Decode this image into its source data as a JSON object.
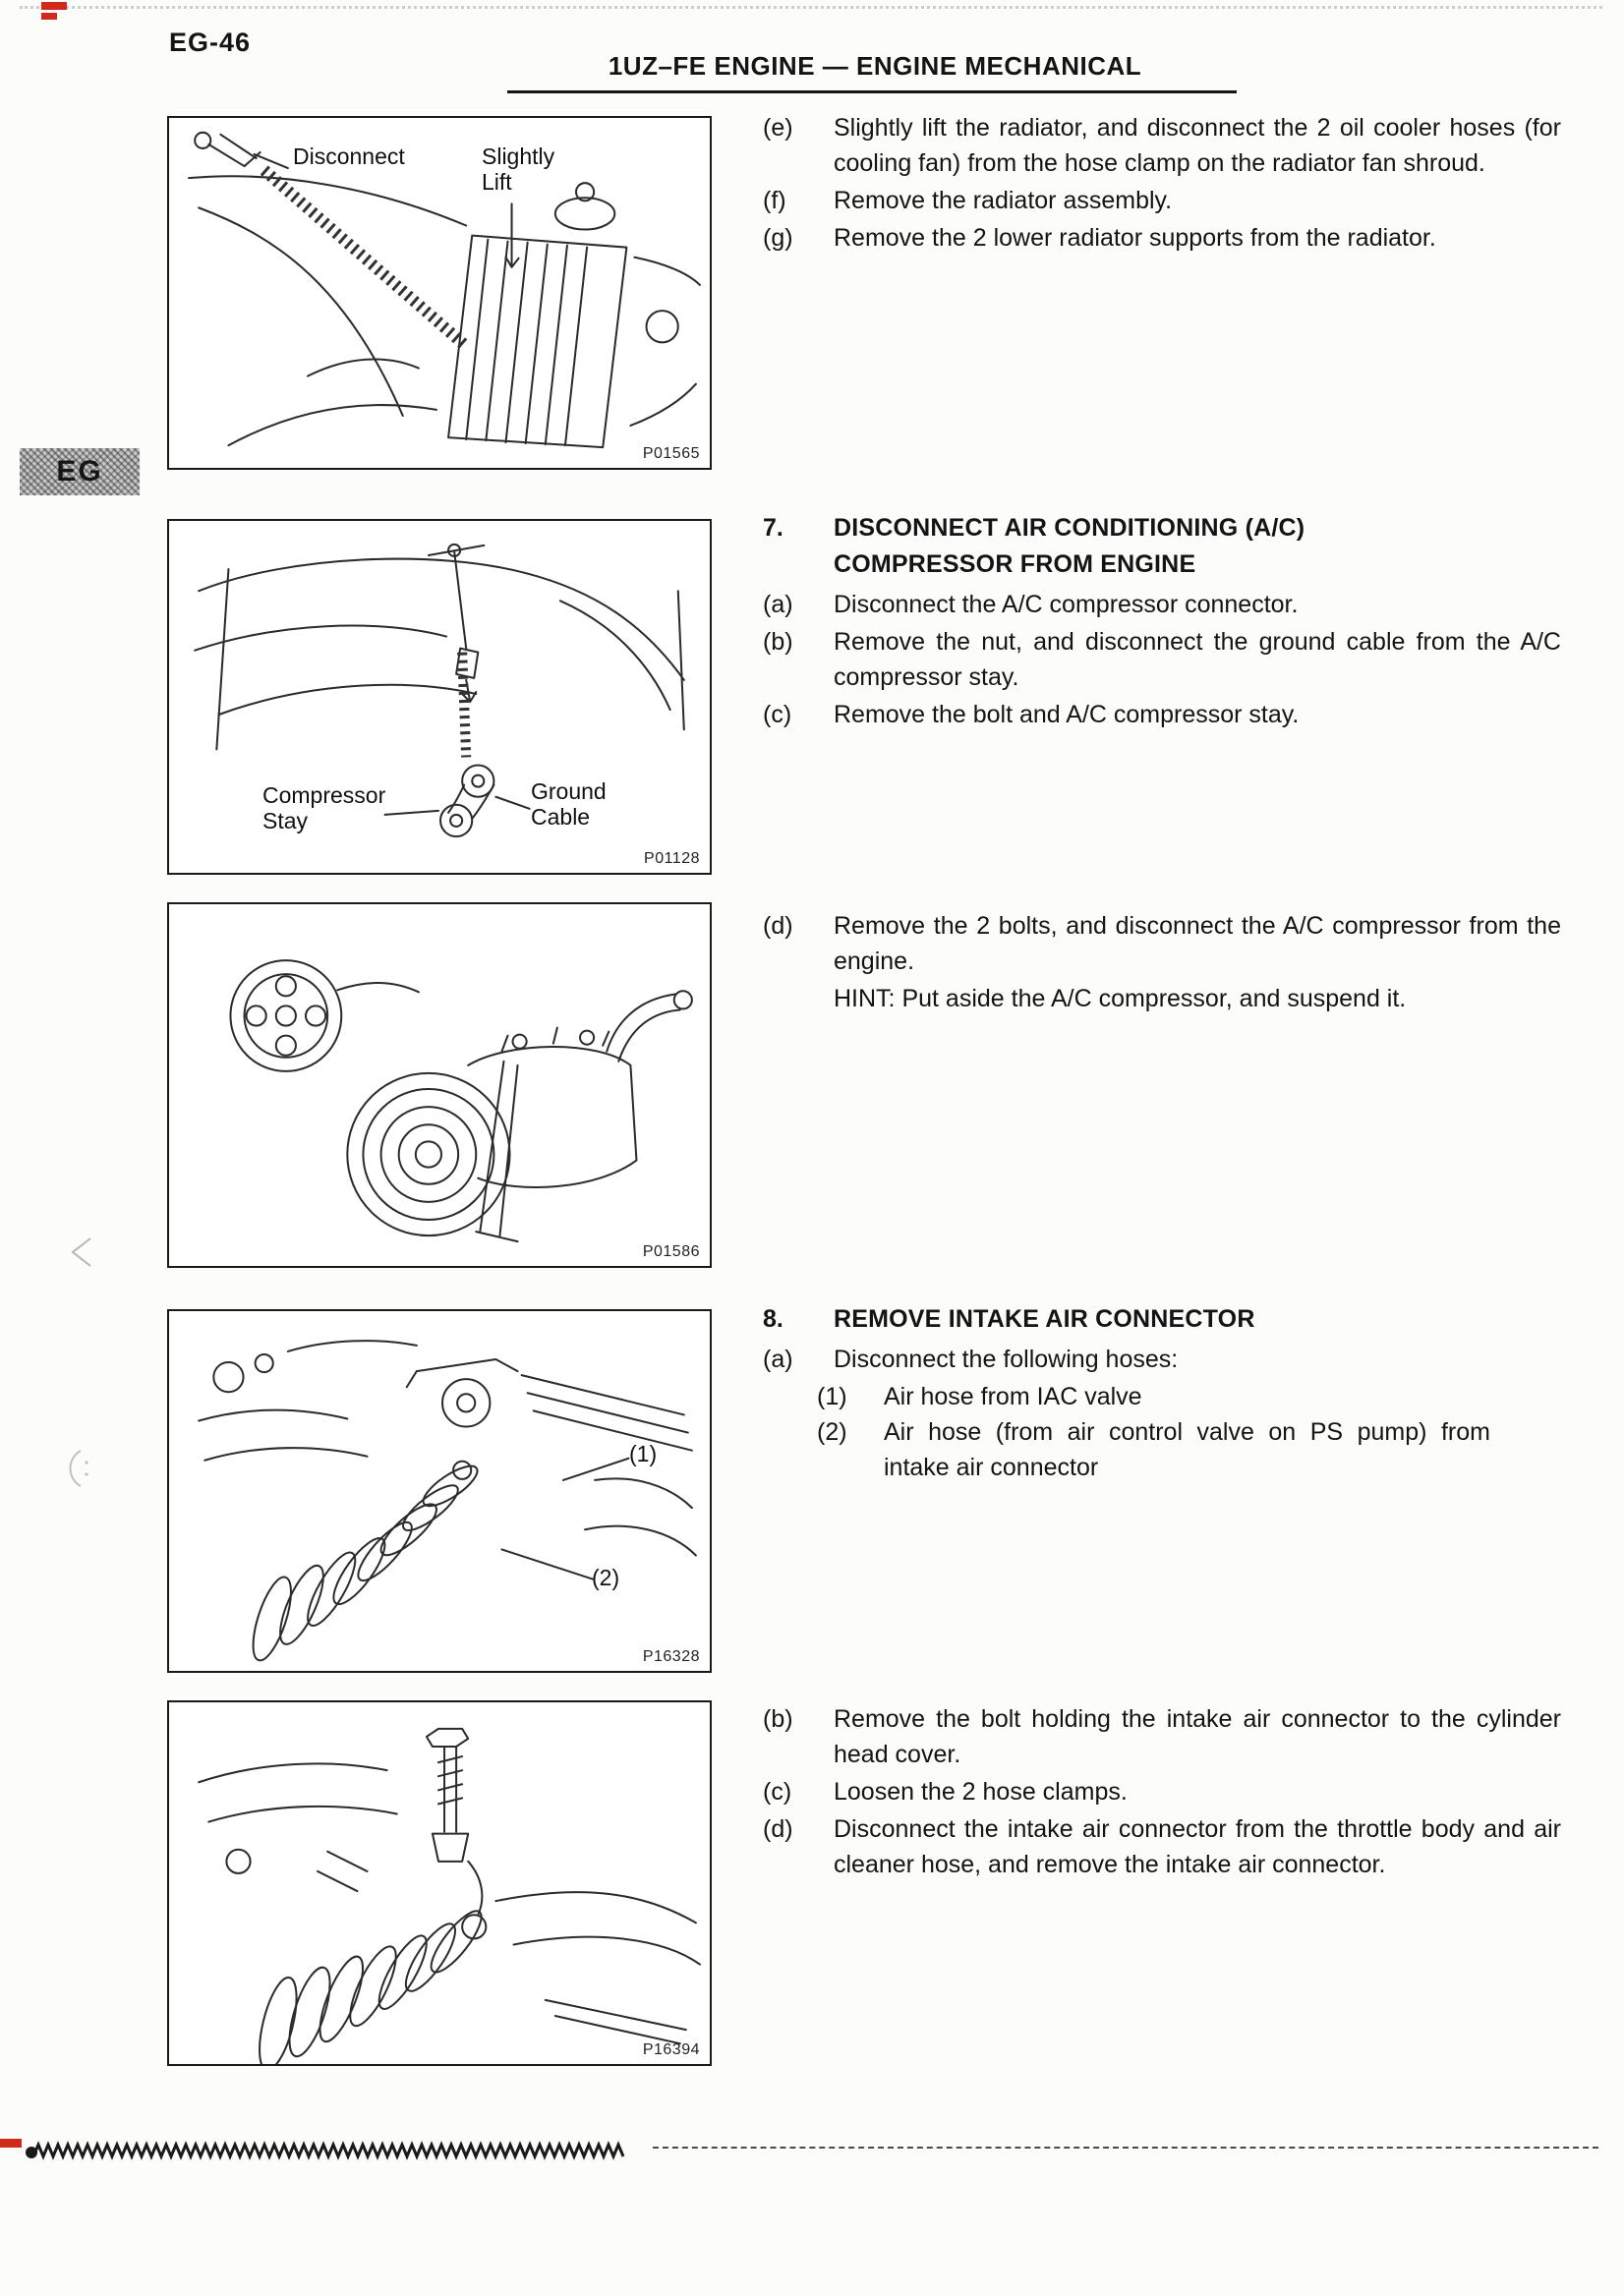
{
  "page": {
    "number": "EG-46",
    "header_title": "1UZ–FE ENGINE — ENGINE MECHANICAL",
    "side_tab": "EG"
  },
  "figures": [
    {
      "code": "P01565",
      "label_a": "Disconnect",
      "label_b": "Slightly\nLift"
    },
    {
      "code": "P01128",
      "label_a": "Compressor\nStay",
      "label_b": "Ground\nCable"
    },
    {
      "code": "P01586"
    },
    {
      "code": "P16328",
      "label_a": "(1)",
      "label_b": "(2)"
    },
    {
      "code": "P16394"
    }
  ],
  "steps_efg": [
    {
      "label": "(e)",
      "text": "Slightly lift the radiator, and disconnect the 2 oil cooler hoses (for cooling fan) from the hose clamp on the radiator fan shroud."
    },
    {
      "label": "(f)",
      "text": "Remove the radiator assembly."
    },
    {
      "label": "(g)",
      "text": "Remove the 2 lower radiator supports from the radiator."
    }
  ],
  "section7": {
    "number": "7.",
    "title": "DISCONNECT AIR CONDITIONING (A/C)\nCOMPRESSOR FROM ENGINE",
    "steps": [
      {
        "label": "(a)",
        "text": "Disconnect the A/C compressor connector."
      },
      {
        "label": "(b)",
        "text": "Remove the nut, and disconnect the ground cable from the A/C compressor stay."
      },
      {
        "label": "(c)",
        "text": "Remove the bolt and A/C compressor stay."
      }
    ]
  },
  "steps_d": [
    {
      "label": "(d)",
      "text": "Remove the 2 bolts, and disconnect the A/C compressor from the engine."
    },
    {
      "label": "",
      "text": "HINT: Put aside the A/C compressor, and suspend it."
    }
  ],
  "section8": {
    "number": "8.",
    "title": "REMOVE INTAKE AIR CONNECTOR",
    "steps": [
      {
        "label": "(a)",
        "text": "Disconnect the following hoses:"
      }
    ],
    "substeps": [
      {
        "label": "(1)",
        "text": "Air hose from IAC valve"
      },
      {
        "label": "(2)",
        "text": "Air hose (from air control valve on PS pump) from intake air connector"
      }
    ]
  },
  "steps_bcd": [
    {
      "label": "(b)",
      "text": "Remove the bolt holding the intake air connector to the cylinder head cover."
    },
    {
      "label": "(c)",
      "text": "Loosen the 2 hose clamps."
    },
    {
      "label": "(d)",
      "text": "Disconnect the intake air connector from the throttle body and air cleaner hose, and remove the intake air connector."
    }
  ]
}
